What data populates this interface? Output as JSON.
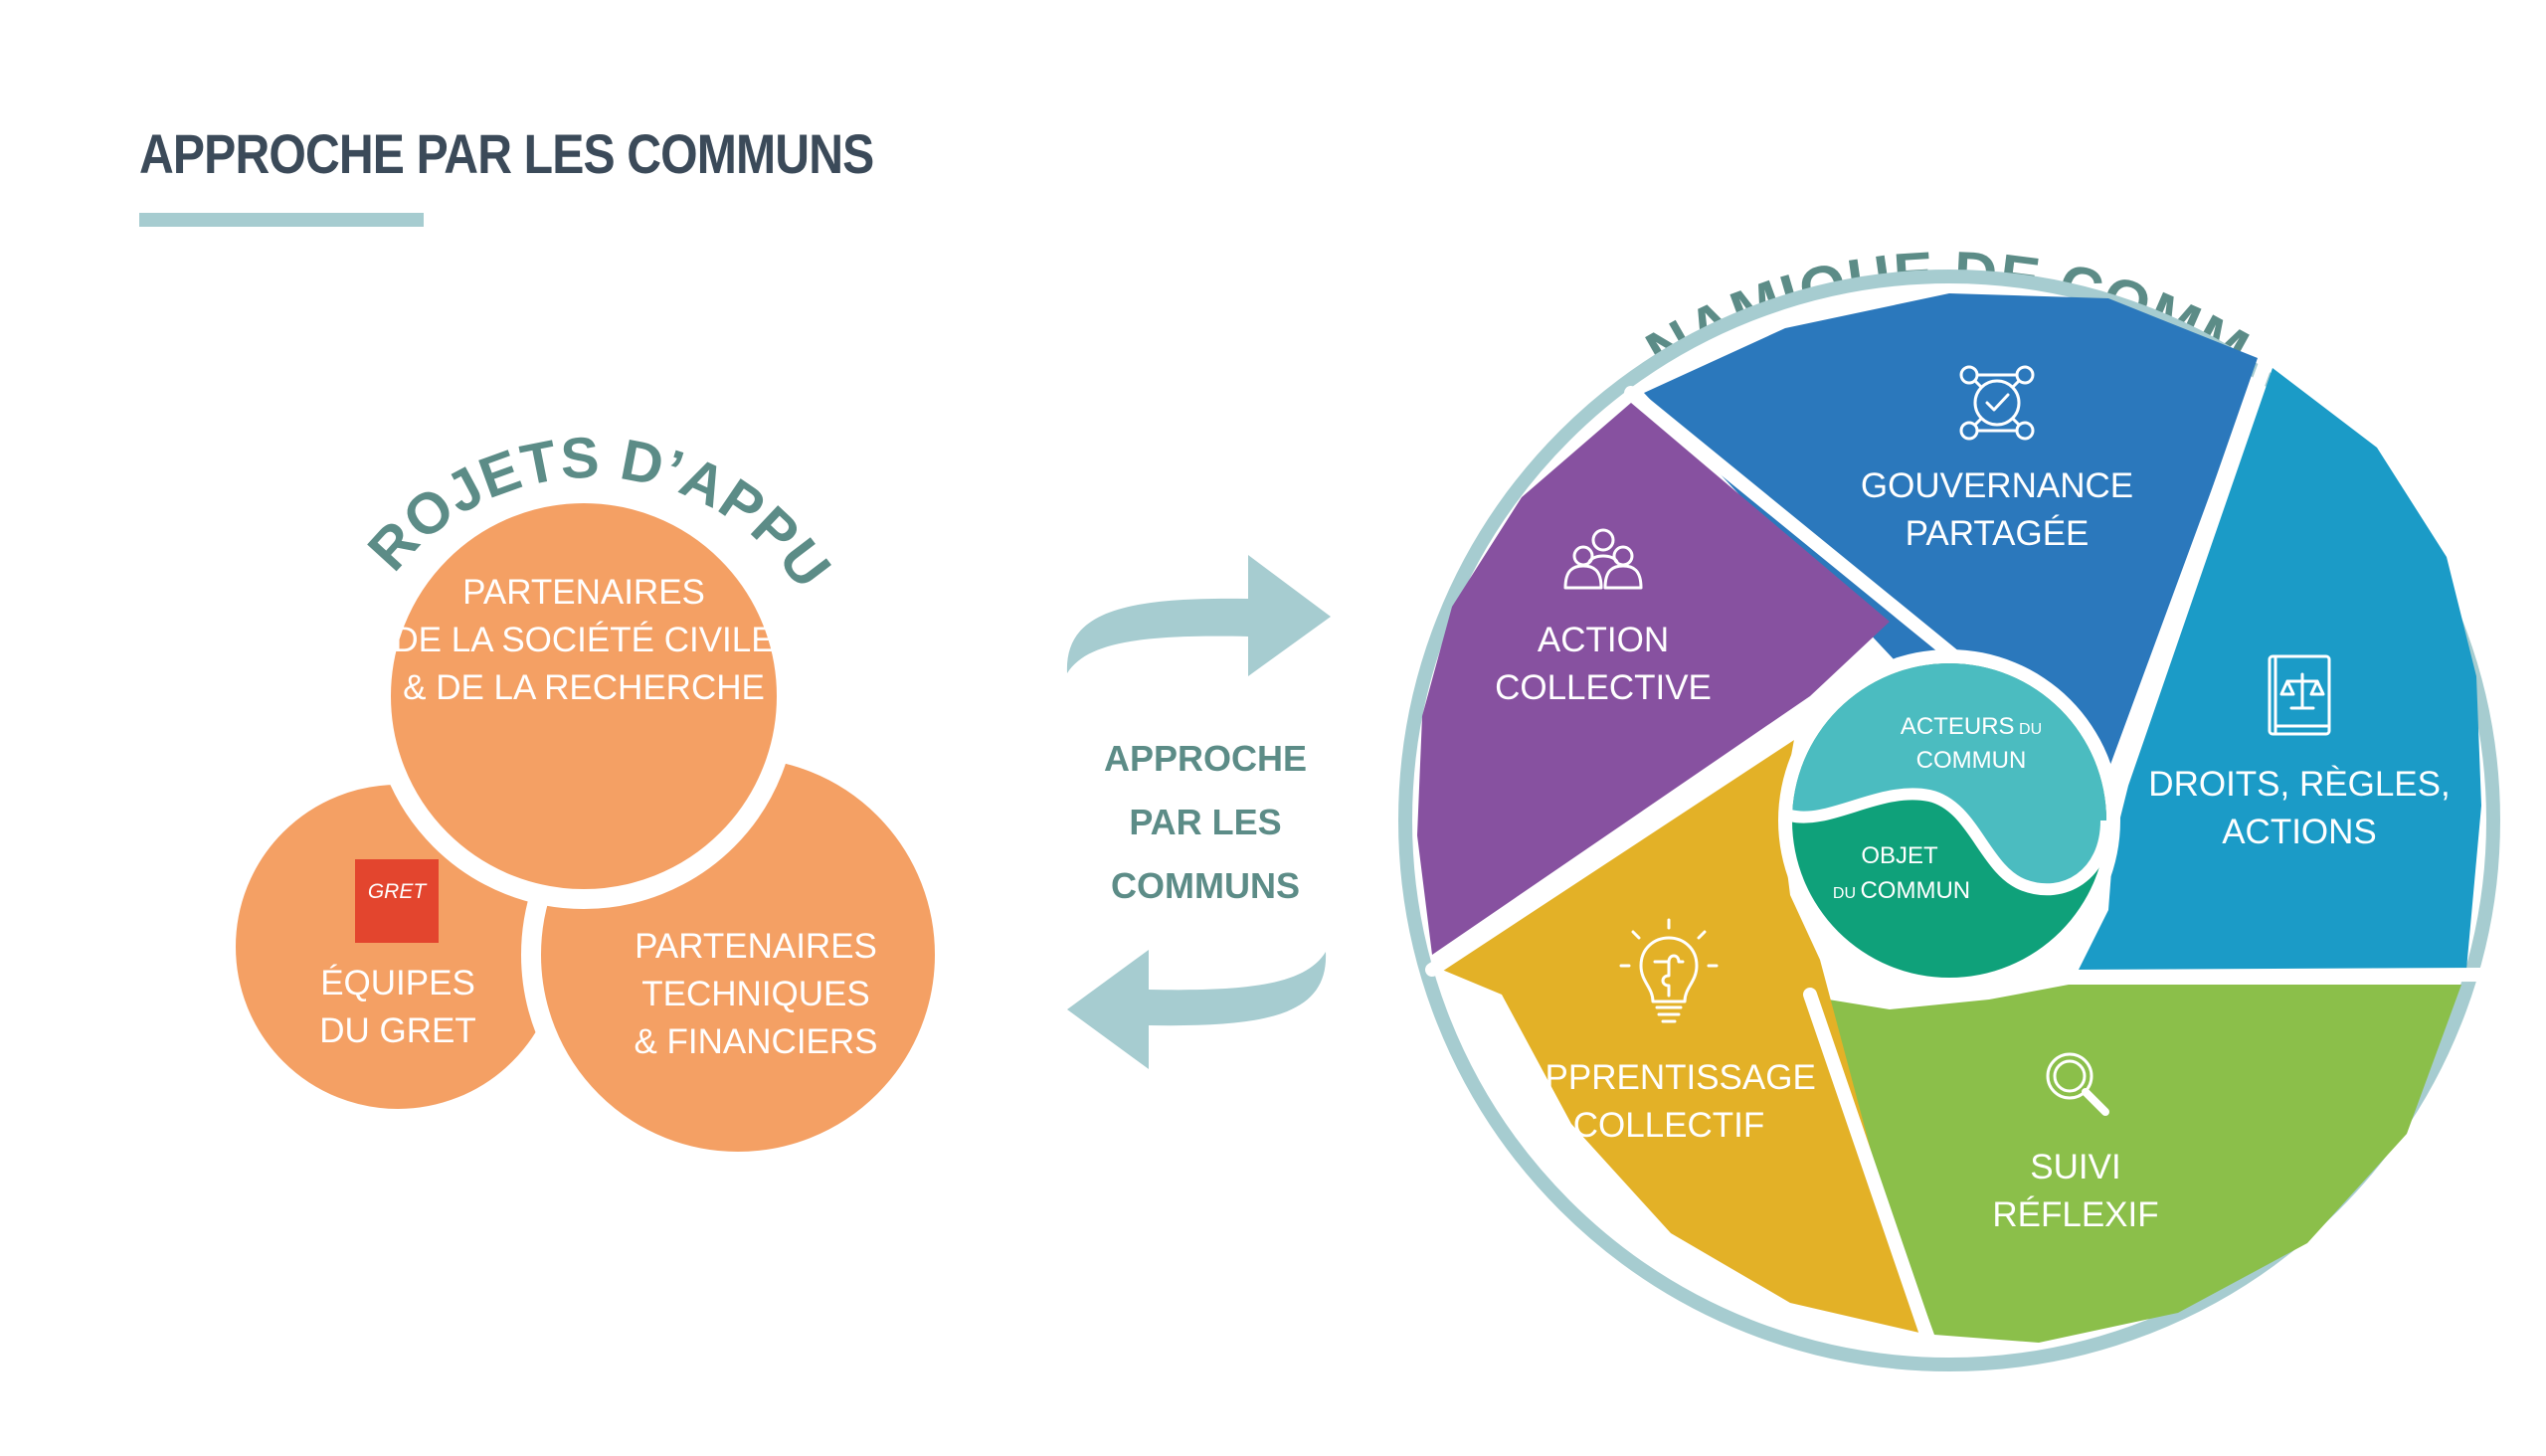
{
  "page": {
    "title": "APPROCHE PAR LES COMMUNS"
  },
  "colors": {
    "title": "#3b4a59",
    "accent_teal": "#a6ccd0",
    "curved_title": "#5c8c87",
    "orange": "#f4a064",
    "gret_red": "#e3452e",
    "ring": "#a6ccd0",
    "gouvernance": "#2b78bc",
    "droits": "#1b9bc7",
    "suivi": "#8bbf4a",
    "apprentissage": "#e3b127",
    "action": "#8751a0",
    "acteurs": "#4bbcc0",
    "objet": "#0fa17a",
    "middle_text": "#5c8c87"
  },
  "projets": {
    "title": "PROJETS D’APPUI",
    "circles": [
      {
        "id": "societe",
        "lines": [
          "PARTENAIRES",
          "DE LA SOCIÉTÉ CIVILE",
          "& DE LA RECHERCHE"
        ]
      },
      {
        "id": "gret",
        "lines": [
          "ÉQUIPES",
          "DU GRET"
        ],
        "logo_text": "GRET"
      },
      {
        "id": "techniques",
        "lines": [
          "PARTENAIRES",
          "TECHNIQUES",
          "& FINANCIERS"
        ]
      }
    ]
  },
  "middle": {
    "lines": [
      "APPROCHE",
      "PAR LES",
      "COMMUNS"
    ],
    "arrow_top_icon": "curved-arrow-right-icon",
    "arrow_bottom_icon": "curved-arrow-left-icon"
  },
  "dynamique": {
    "title": "DYNAMIQUE DE COMMUN",
    "sectors": [
      {
        "id": "gouvernance",
        "lines": [
          "GOUVERNANCE",
          "PARTAGÉE"
        ],
        "icon": "network-check-icon"
      },
      {
        "id": "droits",
        "lines": [
          "DROITS, RÈGLES,",
          "ACTIONS"
        ],
        "icon": "law-book-icon"
      },
      {
        "id": "suivi",
        "lines": [
          "SUIVI",
          "RÉFLEXIF"
        ],
        "icon": "magnifier-icon"
      },
      {
        "id": "apprentissage",
        "lines": [
          "APPRENTISSAGE",
          "COLLECTIF"
        ],
        "icon": "lightbulb-puzzle-icon"
      },
      {
        "id": "action",
        "lines": [
          "ACTION",
          "COLLECTIVE"
        ],
        "icon": "group-people-icon"
      }
    ],
    "core": {
      "acteurs": {
        "big1": "ACTEURS",
        "small1": " DU",
        "big2": "COMMUN"
      },
      "objet": {
        "big1": "OBJET",
        "small2": "DU ",
        "big2": "COMMUN"
      }
    }
  }
}
